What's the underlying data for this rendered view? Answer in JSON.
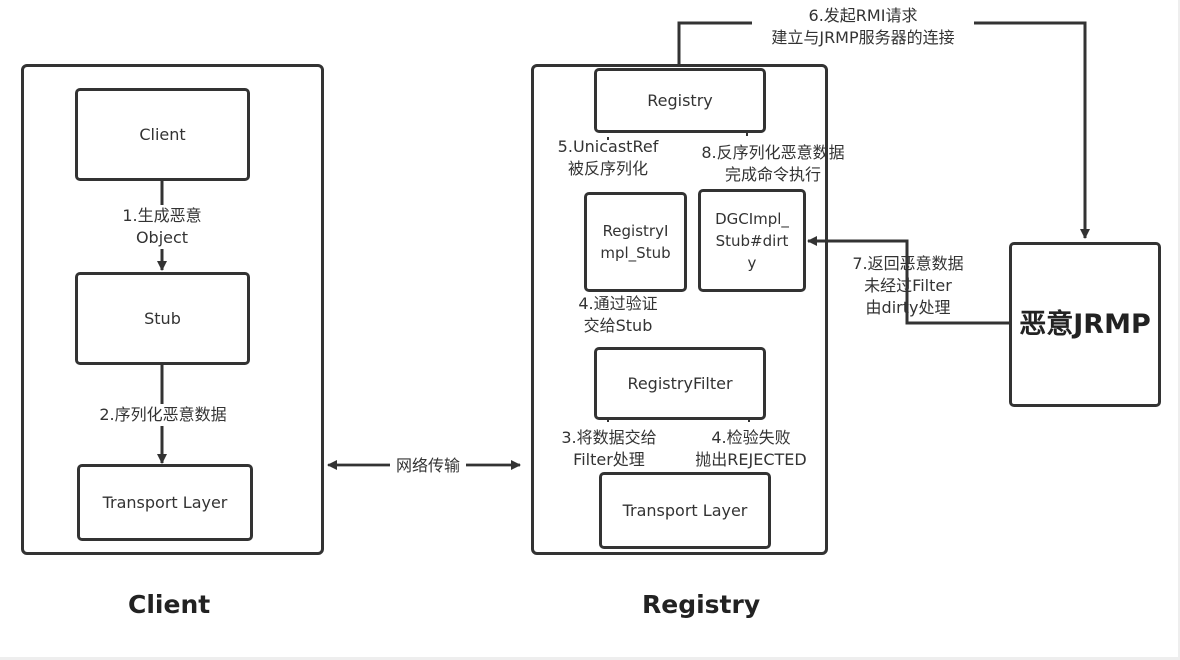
{
  "diagram": {
    "client_panel": {
      "title": "Client",
      "boxes": {
        "client": "Client",
        "stub": "Stub",
        "transport": "Transport Layer"
      },
      "edges": {
        "step1": [
          "1.生成恶意",
          "Object"
        ],
        "step2": "2.序列化恶意数据"
      }
    },
    "network_label": "网络传输",
    "registry_panel": {
      "title": "Registry",
      "boxes": {
        "registry": "Registry",
        "registry_impl_stub": [
          "RegistryI",
          "mpl_Stub"
        ],
        "dgc_impl_stub": [
          "DGCImpl_",
          "Stub#dirt",
          "y"
        ],
        "registry_filter": "RegistryFilter",
        "transport": "Transport Layer"
      },
      "edges": {
        "step5": [
          "5.UnicastRef",
          "被反序列化"
        ],
        "step8": [
          "8.反序列化恶意数据",
          "完成命令执行"
        ],
        "step4a": [
          "4.通过验证",
          "交给Stub"
        ],
        "step3": [
          "3.将数据交给",
          "Filter处理"
        ],
        "step4b": [
          "4.检验失败",
          "抛出REJECTED"
        ]
      }
    },
    "malicious_server": {
      "label": "恶意JRMP"
    },
    "external_edges": {
      "step6": [
        "6.发起RMI请求",
        "建立与JRMP服务器的连接"
      ],
      "step7": [
        "7.返回恶意数据",
        "未经过Filter",
        "由dirty处理"
      ]
    },
    "colors": {
      "stroke": "#333333",
      "background": "#ffffff"
    }
  }
}
